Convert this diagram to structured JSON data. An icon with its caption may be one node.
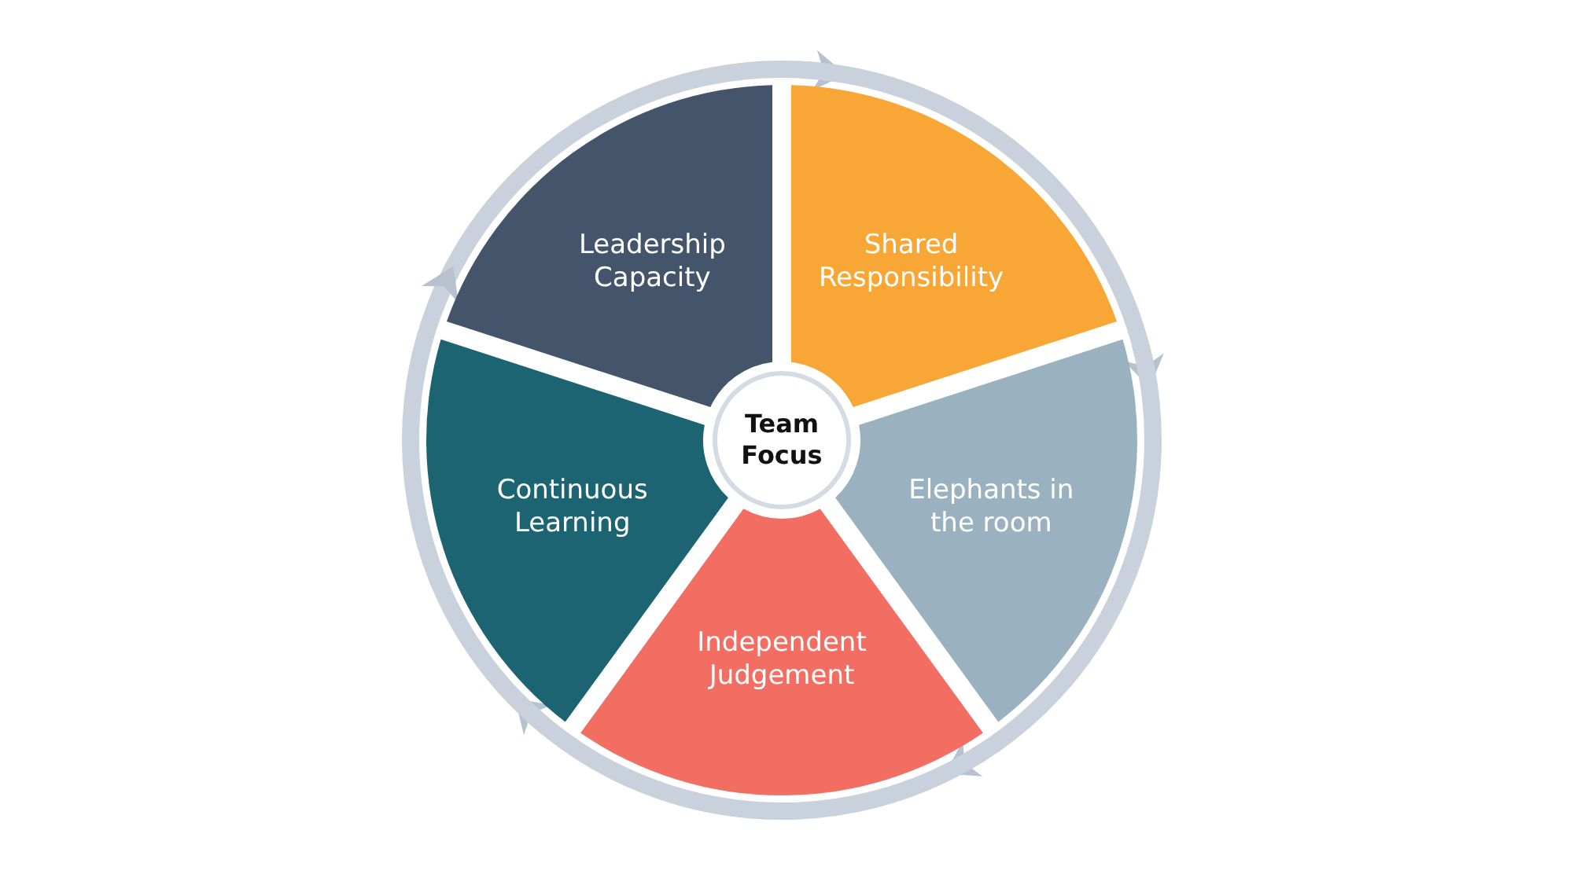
{
  "diagram": {
    "nodes": [
      {
        "text": [
          "Team Focus"
        ]
      },
      {
        "text": [
          "Leadership Capacity"
        ]
      },
      {
        "text": [
          "Shared Responsibility"
        ]
      },
      {
        "text": [
          "Elephants in the room"
        ]
      },
      {
        "text": [
          "Independent Judgement"
        ]
      },
      {
        "text": [
          "Continuous Learning"
        ]
      }
    ],
    "edges": [
      {
        "from": 1,
        "to": 2,
        "arrow": "to"
      },
      {
        "from": 2,
        "to": 3,
        "arrow": "to"
      },
      {
        "from": 3,
        "to": 4,
        "arrow": "to"
      },
      {
        "from": 4,
        "to": 5,
        "arrow": "to"
      },
      {
        "from": 5,
        "to": 1,
        "arrow": "to"
      }
    ]
  }
}
